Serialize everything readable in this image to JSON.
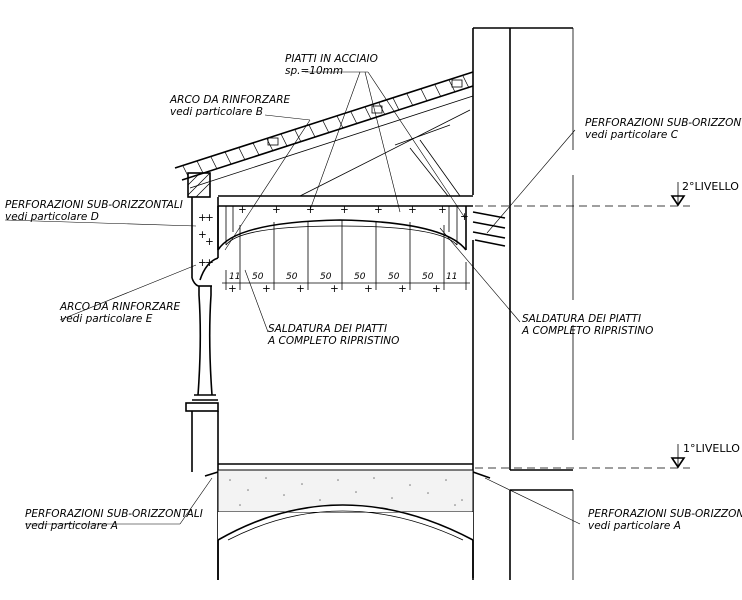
{
  "labels": {
    "piatti_1": "PIATTI IN ACCIAIO",
    "piatti_2": "sp.=10mm",
    "arco_b_1": "ARCO DA RINFORZARE",
    "arco_b_2": "vedi particolare B",
    "perf_c_1": "PERFORAZIONI SUB-ORIZZONTALI",
    "perf_c_2": "vedi particolare C",
    "perf_d_1": "PERFORAZIONI SUB-ORIZZONTALI",
    "perf_d_2": "vedi particolare D",
    "arco_e_1": "ARCO DA RINFORZARE",
    "arco_e_2": "vedi particolare E",
    "sald_l_1": "SALDATURA DEI PIATTI",
    "sald_l_2": "A COMPLETO RIPRISTINO",
    "sald_r_1": "SALDATURA DEI PIATTI",
    "sald_r_2": "A COMPLETO RIPRISTINO",
    "perf_a_l_1": "PERFORAZIONI SUB-ORIZZONTALI",
    "perf_a_l_2": "vedi particolare A",
    "perf_a_r_1": "PERFORAZIONI SUB-ORIZZONTALI",
    "perf_a_r_2": "vedi particolare A"
  },
  "levels": {
    "level_2": "2°LIVELLO",
    "level_1": "1°LIVELLO"
  },
  "dimensions": [
    "11",
    "50",
    "50",
    "50",
    "50",
    "50",
    "50",
    "11"
  ]
}
